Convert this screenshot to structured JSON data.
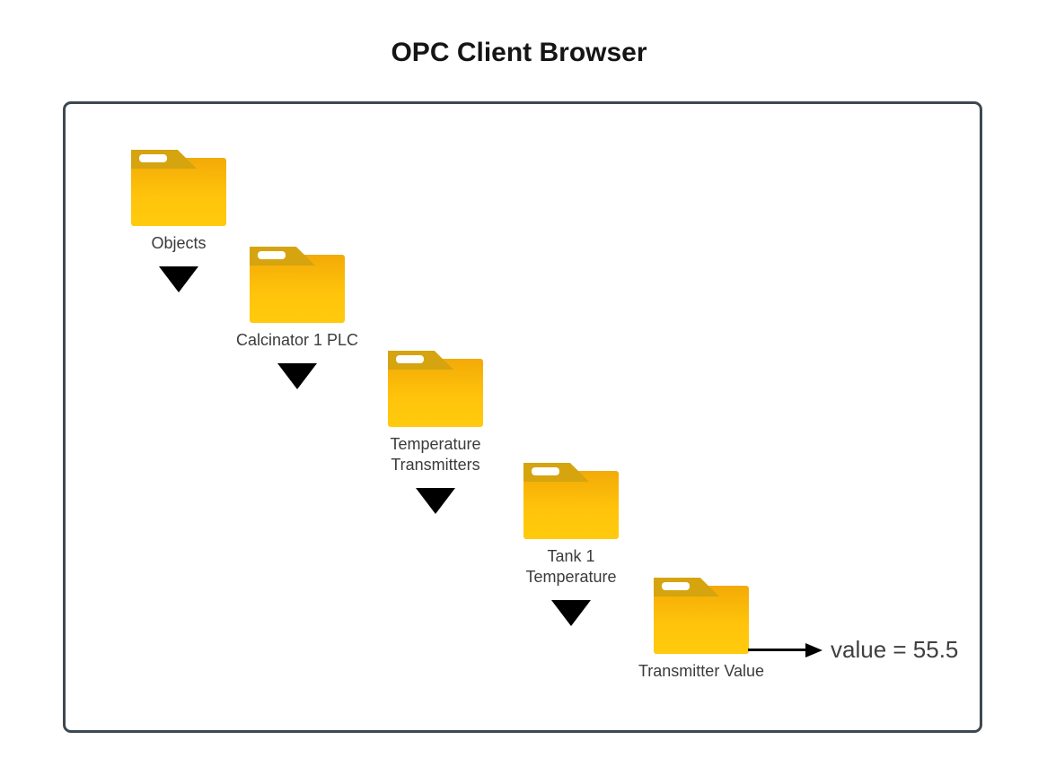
{
  "title": "OPC Client Browser",
  "tree": {
    "nodes": [
      {
        "label": "Objects",
        "icon": "folder-icon",
        "expanded_indicator": "down-arrow"
      },
      {
        "label": "Calcinator 1 PLC",
        "icon": "folder-icon",
        "expanded_indicator": "down-arrow"
      },
      {
        "label": "Temperature\nTransmitters",
        "icon": "folder-icon",
        "expanded_indicator": "down-arrow"
      },
      {
        "label": "Tank 1\nTemperature",
        "icon": "folder-icon",
        "expanded_indicator": "down-arrow"
      },
      {
        "label": "Transmitter Value",
        "icon": "folder-icon",
        "expanded_indicator": "none"
      }
    ]
  },
  "value_annotation": {
    "label": "value = 55.5"
  },
  "colors": {
    "folder_tab": "#D5A40F",
    "folder_body_top": "#F3AA07",
    "folder_body_bottom": "#FFCB0D",
    "frame_border": "#3d4852",
    "arrow": "#000000",
    "label_text": "#3b3b3b",
    "value_text": "#3f3f3f",
    "title_text": "#151515",
    "background": "#ffffff"
  }
}
